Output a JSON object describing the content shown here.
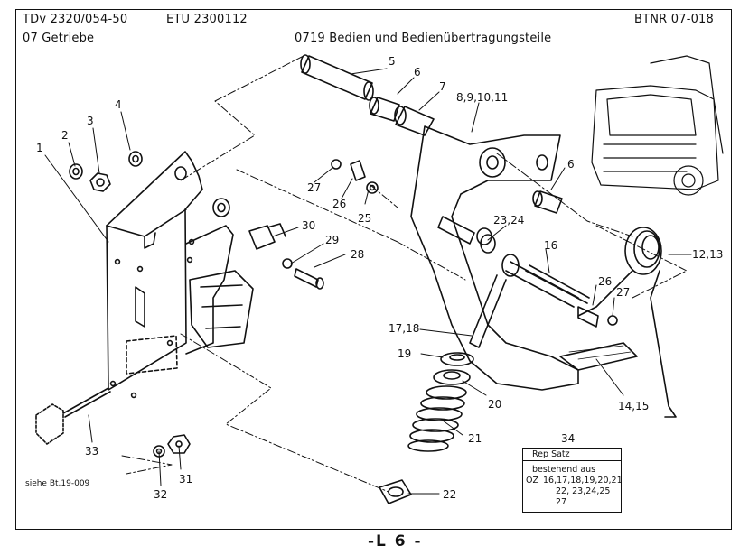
{
  "header": {
    "code": "TDv 2320/054-50",
    "etu": "ETU 2300112",
    "btnr": "BTNR 07-018",
    "group": "07 Getriebe",
    "title": "0719 Bedien und Bedienübertragungsteile"
  },
  "callouts": {
    "c1": "1",
    "c2": "2",
    "c3": "3",
    "c4": "4",
    "c5": "5",
    "c6a": "6",
    "c6b": "6",
    "c7": "7",
    "c8": "8,9,10,11",
    "c12": "12,13",
    "c14": "14,15",
    "c16": "16",
    "c17": "17,18",
    "c19": "19",
    "c20": "20",
    "c21": "21",
    "c22": "22",
    "c23": "23,24",
    "c25": "25",
    "c26a": "26",
    "c26b": "26",
    "c27a": "27",
    "c27b": "27",
    "c28": "28",
    "c29": "29",
    "c30": "30",
    "c31": "31",
    "c32": "32",
    "c33": "33",
    "c34": "34"
  },
  "reference_note": "siehe Bt.19-009",
  "rep_satz": {
    "title": "Rep Satz",
    "line1": "bestehend  aus",
    "prefix": "OZ",
    "line2": "16,17,18,19,20,21",
    "line3": "22, 23,24,25",
    "line4": "27"
  },
  "footer": "-L 6  -"
}
